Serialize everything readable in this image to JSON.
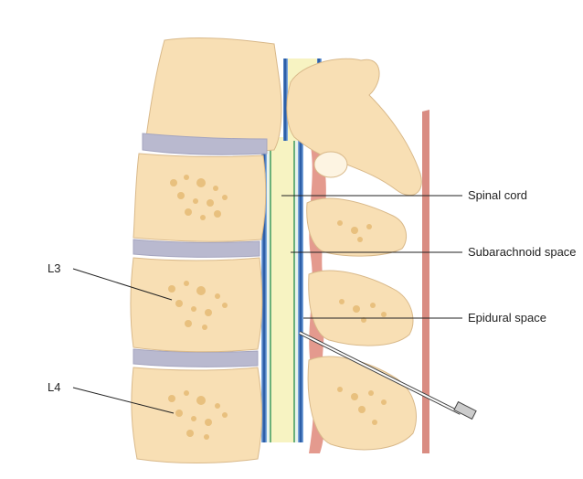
{
  "labels": {
    "spinal_cord": "Spinal cord",
    "subarachnoid_space": "Subarachnoid space",
    "epidural_space": "Epidural space",
    "l3": "L3",
    "l4": "L4"
  },
  "colors": {
    "bone": "#f8dfb4",
    "bone_spots": "#e8c07e",
    "disc": "#b9b9cf",
    "dura": "#2d5fa8",
    "cord": "#f7f3c2",
    "ligament": "#d98c82",
    "needle": "#444444"
  }
}
